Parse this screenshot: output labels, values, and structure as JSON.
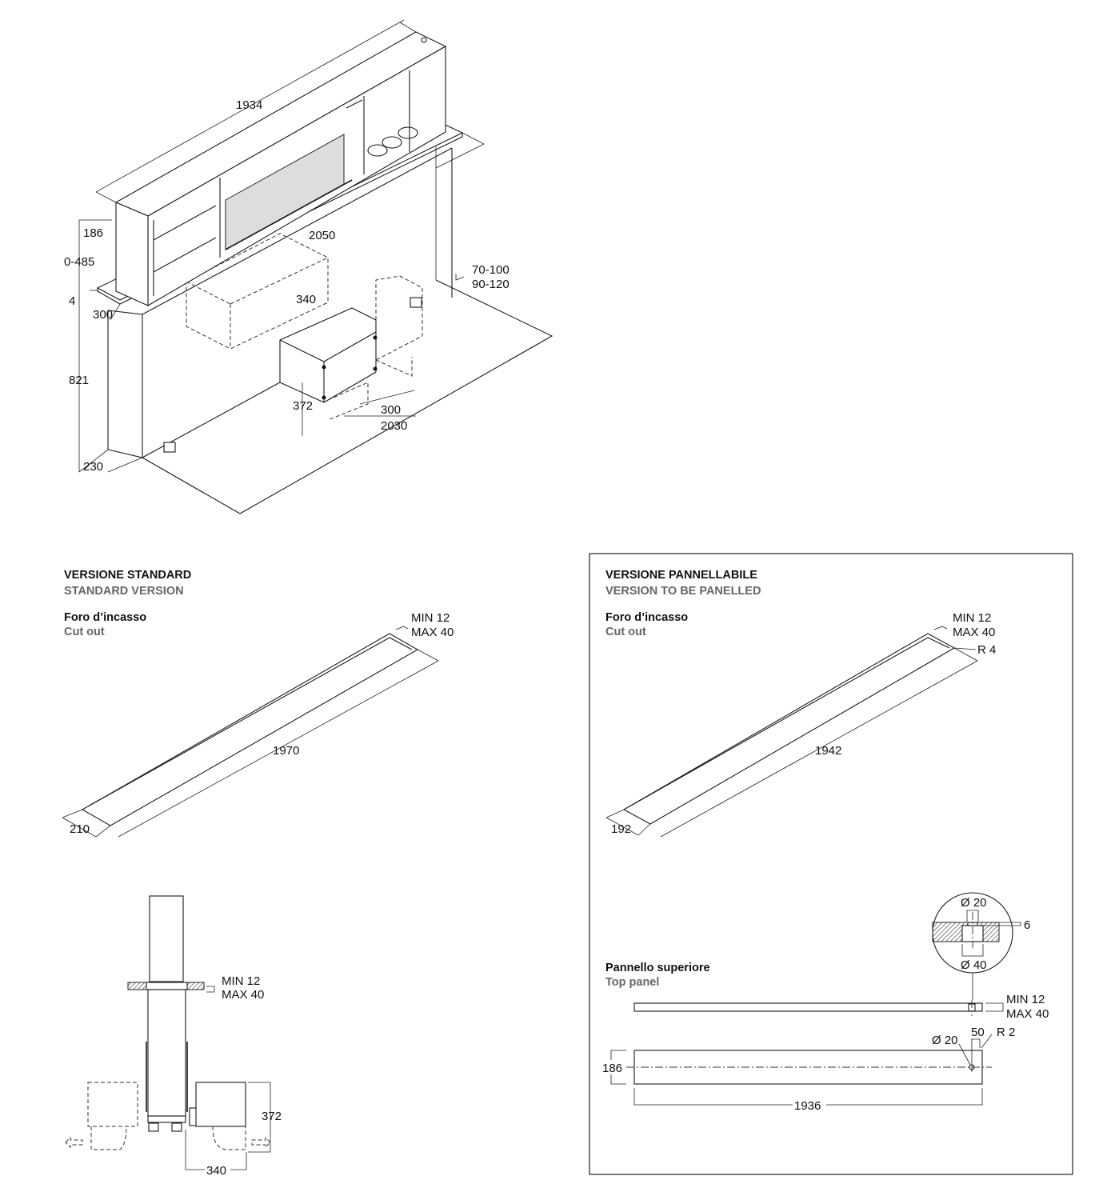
{
  "isometric": {
    "dims": {
      "length_top": "1934",
      "height_hood": "186",
      "travel": "0-485",
      "length_plate": "2050",
      "range_a": "70-100",
      "range_b": "90-120",
      "motor_width": "340",
      "plate_thickness": "4",
      "plate_depth": "300",
      "body_height": "821",
      "motor_height": "372",
      "motor_depth": "300",
      "floor_length": "2030",
      "body_depth": "230"
    }
  },
  "standard": {
    "title": "VERSIONE STANDARD",
    "subtitle": "STANDARD VERSION",
    "cutout_title": "Foro d’incasso",
    "cutout_subtitle": "Cut out",
    "cutout_min": "MIN 12",
    "cutout_max": "MAX 40",
    "cutout_length": "1970",
    "cutout_width": "210",
    "side_min": "MIN 12",
    "side_max": "MAX 40",
    "side_height": "372",
    "side_width": "340"
  },
  "panelled": {
    "title": "VERSIONE PANNELLABILE",
    "subtitle": "VERSION TO BE PANELLED",
    "cutout_title": "Foro d’incasso",
    "cutout_subtitle": "Cut out",
    "cutout_min": "MIN 12",
    "cutout_max": "MAX 40",
    "cutout_radius": "R 4",
    "cutout_length": "1942",
    "cutout_width": "192",
    "panel_title": "Pannello superiore",
    "panel_subtitle": "Top panel",
    "detail_d20": "Ø 20",
    "detail_d40": "Ø 40",
    "detail_depth": "6",
    "panel_min": "MIN 12",
    "panel_max": "MAX 40",
    "hole_diameter": "Ø 20",
    "hole_offset": "50",
    "corner_radius": "R 2",
    "panel_height": "186",
    "panel_length": "1936"
  }
}
